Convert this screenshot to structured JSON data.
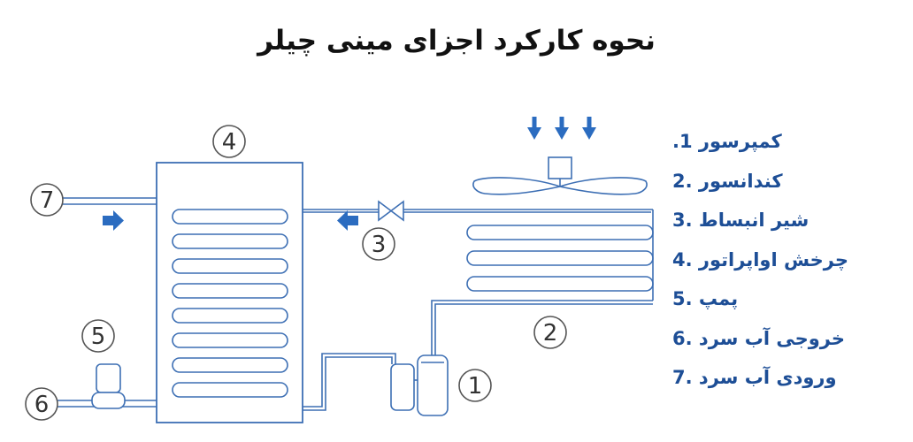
{
  "title": "نحوه کارکرد اجزای مینی چیلر",
  "colors": {
    "pipe": "#3d6fb4",
    "arrow": "#2b6cc0",
    "legend_text": "#1d4e96",
    "title_text": "#111111"
  },
  "icons": {
    "airflow": "arrow-down-icon",
    "water_flow": "arrow-right-icon",
    "refrigerant_flow": "arrow-left-icon"
  },
  "callouts": [
    {
      "id": "compressor",
      "number": "1"
    },
    {
      "id": "condenser",
      "number": "2"
    },
    {
      "id": "expansion-valve",
      "number": "3"
    },
    {
      "id": "evaporator",
      "number": "4"
    },
    {
      "id": "pump",
      "number": "5"
    },
    {
      "id": "water-outlet",
      "number": "6"
    },
    {
      "id": "water-inlet",
      "number": "7"
    }
  ],
  "legend": [
    {
      "text": "کمپرسور 1."
    },
    {
      "text": "کندانسور  .2"
    },
    {
      "text": "شیر انبساط  .3"
    },
    {
      "text": "چرخش اواپراتور  .4"
    },
    {
      "text": "پمپ  .5"
    },
    {
      "text": "خروجی آب سرد  .6"
    },
    {
      "text": "ورودی آب سرد  .7"
    }
  ]
}
